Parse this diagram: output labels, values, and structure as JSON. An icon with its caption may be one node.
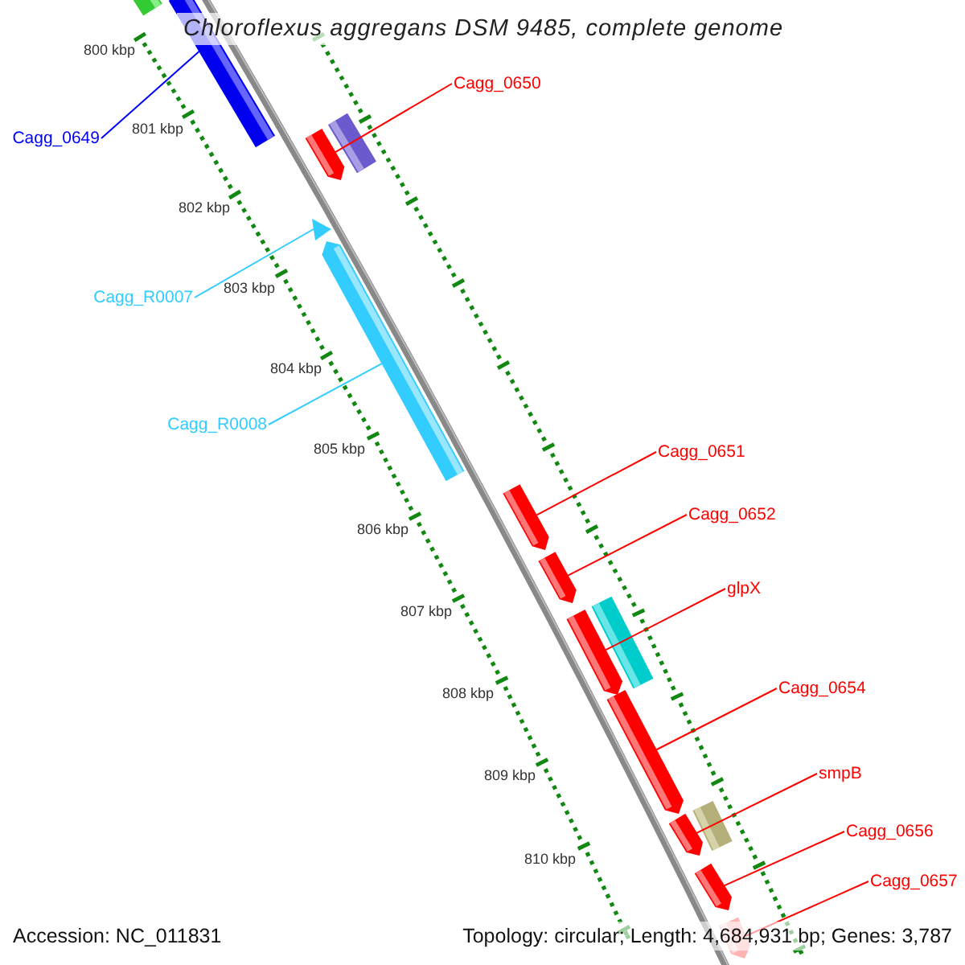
{
  "diagram": {
    "title": "Chloroflexus aggregans DSM 9485, complete genome",
    "nodes": [
      {
        "text": [
          "Cagg_0650"
        ]
      },
      {
        "text": [
          "Cagg_0649"
        ]
      },
      {
        "text": [
          "Cagg_R0007"
        ]
      },
      {
        "text": [
          "Cagg_R0008"
        ]
      },
      {
        "text": [
          "Cagg_0651"
        ]
      },
      {
        "text": [
          "Cagg_0652"
        ]
      },
      {
        "text": [
          "glpX"
        ]
      },
      {
        "text": [
          "Cagg_0654"
        ]
      },
      {
        "text": [
          "smpB"
        ]
      },
      {
        "text": [
          "Cagg_0656"
        ]
      },
      {
        "text": [
          "Cagg_0657"
        ]
      },
      {
        "text": [],
        "shape": "arrow"
      },
      {
        "text": [],
        "shape": "arrow"
      },
      {
        "text": [],
        "shape": "arrow"
      },
      {
        "text": [],
        "shape": "arrow"
      },
      {
        "text": [],
        "shape": "arrow"
      },
      {
        "text": [],
        "shape": "arrow"
      },
      {
        "text": [],
        "shape": "arrow"
      },
      {
        "text": [],
        "shape": "arrow"
      },
      {
        "text": [],
        "shape": "arrow"
      },
      {
        "text": [],
        "shape": "arrow"
      },
      {
        "text": [],
        "shape": "arrow"
      }
    ],
    "edges": [
      {
        "from": 0,
        "to": 11,
        "arrow": "none"
      },
      {
        "from": 1,
        "to": 12,
        "arrow": "none",
        "color": "#0000ff"
      },
      {
        "from": 2,
        "to": 13,
        "arrow": "none",
        "color": "#33ccff"
      },
      {
        "from": 3,
        "to": 14,
        "arrow": "none",
        "color": "#33ccff"
      },
      {
        "from": 4,
        "to": 15,
        "arrow": "none"
      },
      {
        "from": 5,
        "to": 16,
        "arrow": "none"
      },
      {
        "from": 6,
        "to": 17,
        "arrow": "none"
      },
      {
        "from": 7,
        "to": 18,
        "arrow": "none"
      },
      {
        "from": 8,
        "to": 19,
        "arrow": "none"
      },
      {
        "from": 9,
        "to": 20,
        "arrow": "none"
      },
      {
        "from": 10,
        "to": 21,
        "arrow": "none"
      }
    ],
    "labels": [
      "800 kbp",
      "801 kbp",
      "802 kbp",
      "803 kbp",
      "804 kbp",
      "805 kbp",
      "806 kbp",
      "807 kbp",
      "808 kbp",
      "809 kbp",
      "810 kbp",
      "Accession: NC_011831",
      "Topology: circular; Length: 4,684,931 bp; Genes: 3,787"
    ]
  }
}
